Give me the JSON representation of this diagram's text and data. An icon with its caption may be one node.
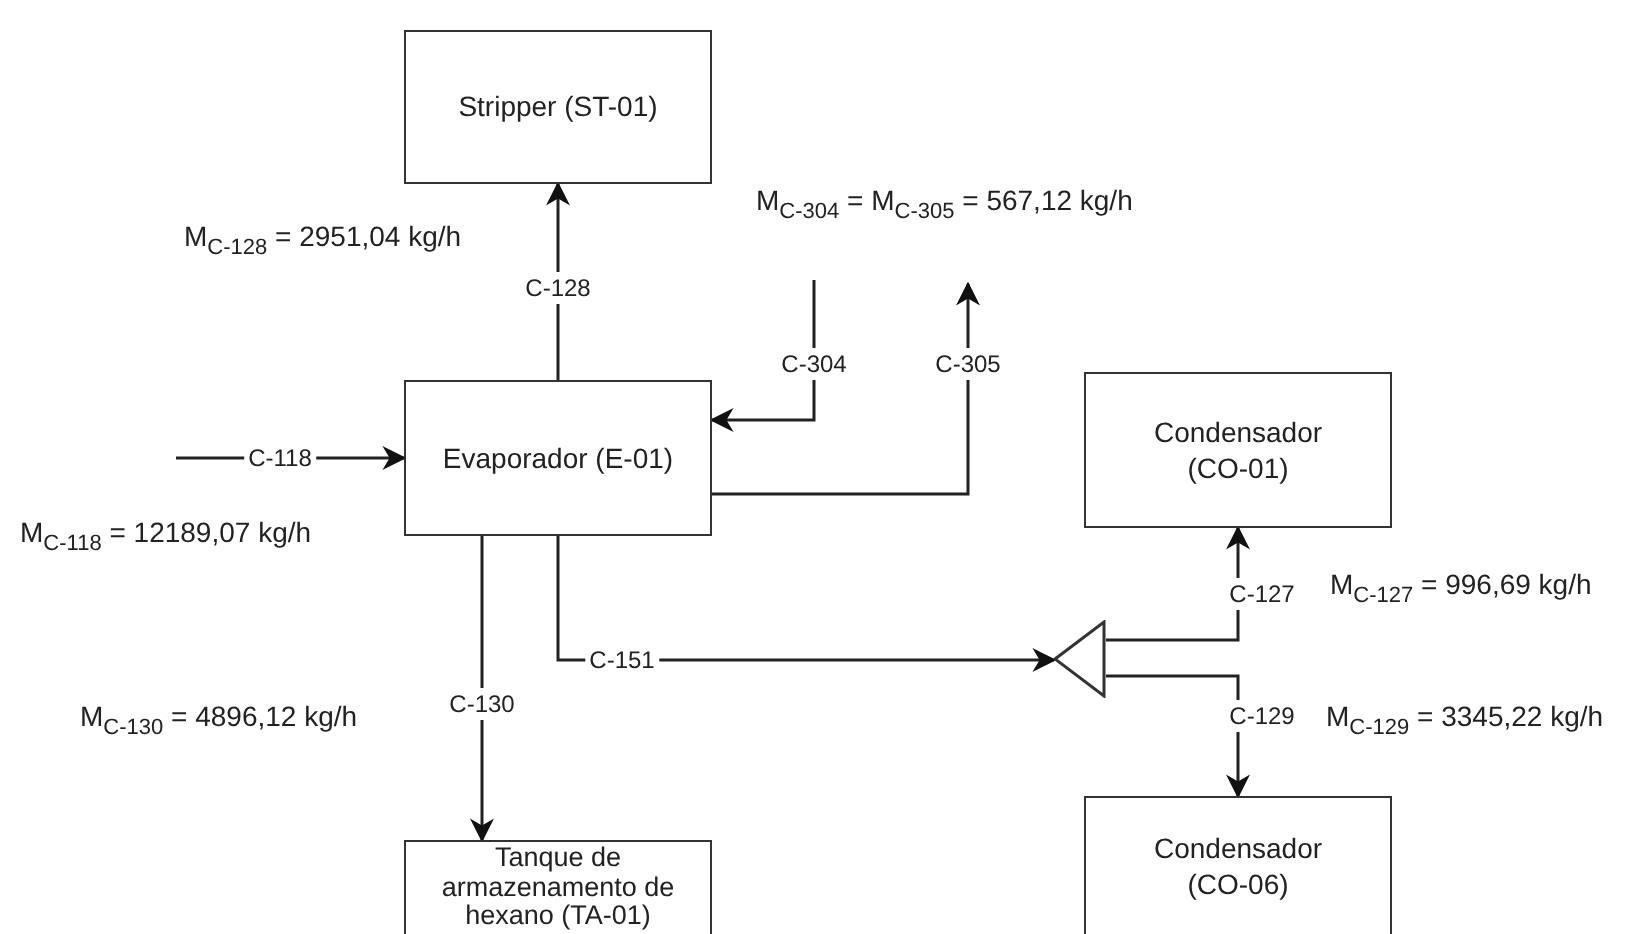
{
  "diagram": {
    "nodes": [
      {
        "text": [
          "Stripper (ST-01)"
        ]
      },
      {
        "text": [
          "Evaporador (E-01)"
        ]
      },
      {
        "text": [
          "Condensador (CO-01)"
        ]
      },
      {
        "text": [],
        "shape": "triangle"
      },
      {
        "text": [
          "Condensador (CO-06)"
        ]
      },
      {
        "text": [
          "Tanque de armazenamento de hexano (TA-01)"
        ]
      }
    ],
    "edges": [
      {
        "from": 1,
        "to": 0,
        "arrow": "to",
        "label": "C-128"
      },
      {
        "from": null,
        "to": 1,
        "arrow": "to",
        "label": "C-118"
      },
      {
        "from": null,
        "to": 1,
        "arrow": "to",
        "label": "C-304"
      },
      {
        "from": 1,
        "to": null,
        "arrow": "to",
        "label": "C-305"
      },
      {
        "from": 1,
        "to": 5,
        "arrow": "to",
        "label": "C-130"
      },
      {
        "from": 1,
        "to": 3,
        "arrow": "to",
        "label": "C-151"
      },
      {
        "from": 3,
        "to": 2,
        "arrow": "to",
        "label": "C-127"
      },
      {
        "from": 3,
        "to": 4,
        "arrow": "to",
        "label": "C-129"
      }
    ],
    "labels": [
      "M$_{C-128}$ = 2951,04 kg/h",
      "M$_{C-304}$ = M$_{C-305}$ = 567,12 kg/h",
      "M$_{C-118}$ = 12189,07 kg/h",
      "M$_{C-127}$ = 996,69 kg/h",
      "M$_{C-130}$ = 4896,12 kg/h",
      "M$_{C-129}$ = 3345,22 kg/h"
    ]
  }
}
